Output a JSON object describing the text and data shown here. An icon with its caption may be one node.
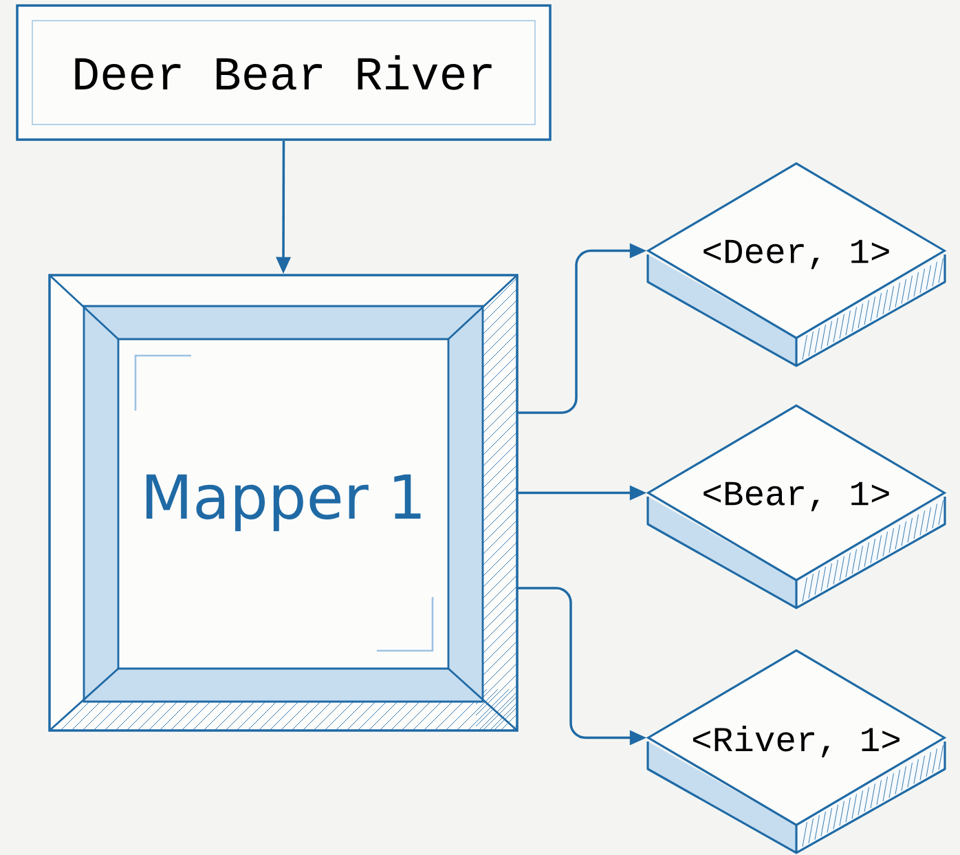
{
  "diagram": {
    "nodes": [
      {
        "text": [
          "Deer Bear River"
        ]
      },
      {
        "text": [
          "Mapper 1"
        ]
      },
      {
        "text": [
          "<Deer, 1>"
        ]
      },
      {
        "text": [
          "<Bear, 1>"
        ]
      },
      {
        "text": [
          "<River, 1>"
        ]
      }
    ],
    "edges": [
      {
        "from": 0,
        "to": 1,
        "arrow": "to"
      },
      {
        "from": 1,
        "to": 2,
        "arrow": "to"
      },
      {
        "from": 1,
        "to": 3,
        "arrow": "to"
      },
      {
        "from": 1,
        "to": 4,
        "arrow": "to"
      }
    ]
  }
}
